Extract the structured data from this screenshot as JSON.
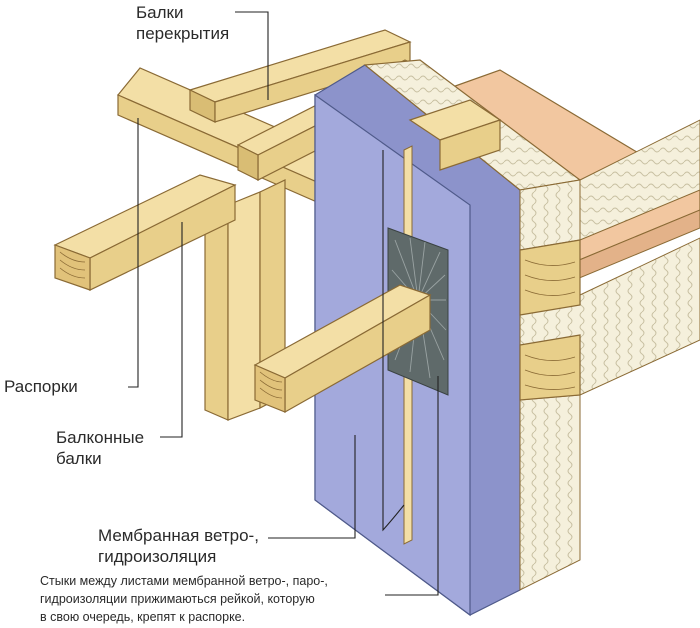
{
  "labels": {
    "floor_beams": [
      "Балки",
      "перекрытия"
    ],
    "braces": "Распорки",
    "balcony_beams": [
      "Балконные",
      "балки"
    ],
    "membrane": [
      "Мембранная ветро-,",
      "гидроизоляция"
    ]
  },
  "note": [
    "Стыки между листами мембранной ветро-, паро-,",
    "гидроизоляции прижимаються рейкой, которую",
    "в свою очередь, крепят к распорке."
  ],
  "colors": {
    "timber": "#f3dfa6",
    "timber_shade": "#e8cf8a",
    "timber_dark": "#d9bd74",
    "timber_edge": "#8a6a35",
    "membrane": "#a3a9dc",
    "membrane_side": "#8c93cb",
    "insulation": "#f5f0dc",
    "insulation_line": "#c9c1a3",
    "floor_board": "#f2c7a0",
    "seal": "#5f6a6a",
    "leader": "#222222"
  }
}
